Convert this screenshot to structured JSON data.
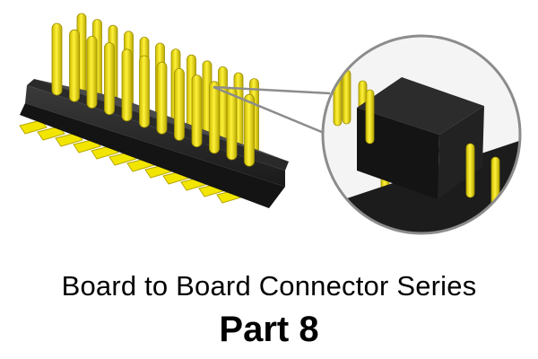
{
  "caption": {
    "subtitle": "Board to Board Connector Series",
    "title": "Part 8"
  },
  "illustration": {
    "subject": "dual-row pin header with zoom inset of female socket",
    "colors": {
      "pin_gold": "#f2e600",
      "pin_gold_shadow": "#b8a800",
      "plastic_body": "#1e1e1e",
      "inset_ring": "#8c8c8c",
      "inset_background": "#f2f2f2"
    }
  }
}
